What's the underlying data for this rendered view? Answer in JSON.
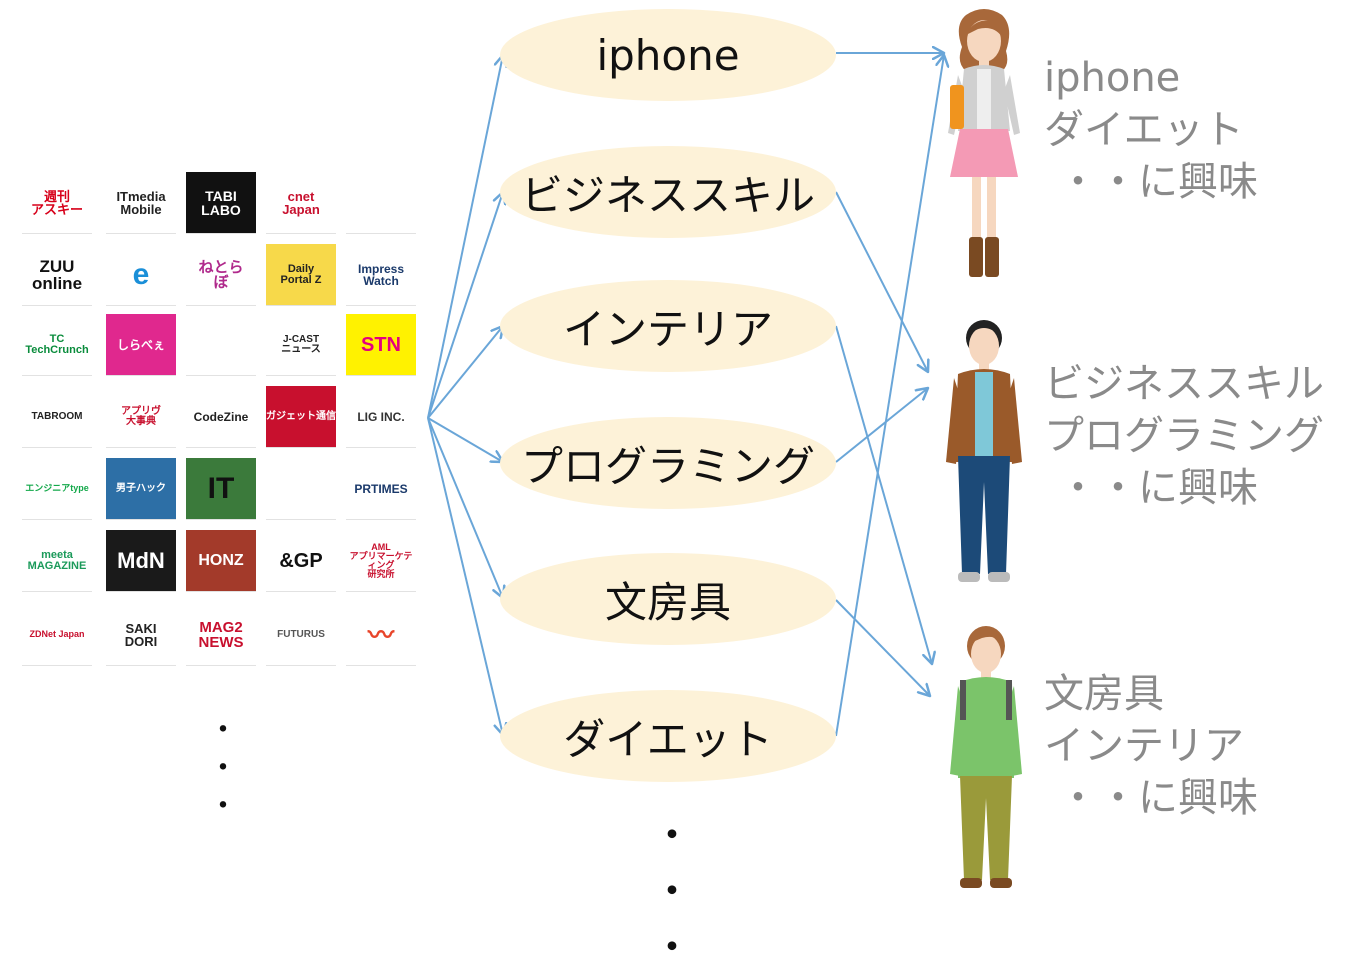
{
  "sources": {
    "tiles": [
      {
        "text": "週刊\nアスキー",
        "bg": "#ffffff",
        "fg": "#d7001a",
        "size": 13
      },
      {
        "text": "ITmedia\nMobile",
        "bg": "#ffffff",
        "fg": "#222222",
        "size": 13
      },
      {
        "text": "TABI\nLABO",
        "bg": "#111111",
        "fg": "#ffffff",
        "size": 14
      },
      {
        "text": "cnet\nJapan",
        "bg": "#ffffff",
        "fg": "#c8102e",
        "size": 13
      },
      {
        "text": "",
        "bg": "#ffffff",
        "fg": "#333333",
        "size": 13
      },
      {
        "text": "ZUU\nonline",
        "bg": "#ffffff",
        "fg": "#111111",
        "size": 17
      },
      {
        "text": "e",
        "bg": "#ffffff",
        "fg": "#1a8fd8",
        "size": 30
      },
      {
        "text": "ねとら\nぼ",
        "bg": "#ffffff",
        "fg": "#b02a8c",
        "size": 15
      },
      {
        "text": "Daily\nPortal Z",
        "bg": "#f7d94a",
        "fg": "#222222",
        "size": 11
      },
      {
        "text": "Impress\nWatch",
        "bg": "#ffffff",
        "fg": "#1b3a6b",
        "size": 12
      },
      {
        "text": "TC\nTechCrunch",
        "bg": "#ffffff",
        "fg": "#0a8c3c",
        "size": 11
      },
      {
        "text": "しらべぇ",
        "bg": "#e0288e",
        "fg": "#ffffff",
        "size": 12
      },
      {
        "text": "",
        "bg": "#ffffff",
        "fg": "#8a9a8a",
        "size": 13
      },
      {
        "text": "J-CAST\nニュース",
        "bg": "#ffffff",
        "fg": "#222222",
        "size": 10
      },
      {
        "text": "STN",
        "bg": "#fff200",
        "fg": "#e4007f",
        "size": 20
      },
      {
        "text": "TABROOM",
        "bg": "#ffffff",
        "fg": "#222222",
        "size": 10
      },
      {
        "text": "アプリヴ\n大事典",
        "bg": "#ffffff",
        "fg": "#c8102e",
        "size": 10
      },
      {
        "text": "CodeZine",
        "bg": "#ffffff",
        "fg": "#222222",
        "size": 12
      },
      {
        "text": "ガジェット通信",
        "bg": "#c8102e",
        "fg": "#ffffff",
        "size": 10
      },
      {
        "text": "LIG INC.",
        "bg": "#ffffff",
        "fg": "#333333",
        "size": 12
      },
      {
        "text": "エンジニアtype",
        "bg": "#ffffff",
        "fg": "#13a84a",
        "size": 9
      },
      {
        "text": "男子ハック",
        "bg": "#2d6fa6",
        "fg": "#ffffff",
        "size": 10
      },
      {
        "text": "IT",
        "bg": "#3b7a3b",
        "fg": "#111111",
        "size": 30
      },
      {
        "text": "",
        "bg": "#ffffff",
        "fg": "#3a86d8",
        "size": 13
      },
      {
        "text": "PRTIMES",
        "bg": "#ffffff",
        "fg": "#1b3a6b",
        "size": 12
      },
      {
        "text": "meeta\nMAGAZINE",
        "bg": "#ffffff",
        "fg": "#1b9a5a",
        "size": 11
      },
      {
        "text": "MdN",
        "bg": "#1a1a1a",
        "fg": "#ffffff",
        "size": 22
      },
      {
        "text": "HONZ",
        "bg": "#a33a2a",
        "fg": "#ffffff",
        "size": 16
      },
      {
        "text": "&GP",
        "bg": "#ffffff",
        "fg": "#111111",
        "size": 20
      },
      {
        "text": "AML\nアプリマーケティング\n研究所",
        "bg": "#ffffff",
        "fg": "#c8102e",
        "size": 9
      },
      {
        "text": "ZDNet Japan",
        "bg": "#ffffff",
        "fg": "#c8102e",
        "size": 9
      },
      {
        "text": "SAKI\nDORI",
        "bg": "#ffffff",
        "fg": "#222222",
        "size": 13
      },
      {
        "text": "MAG2\nNEWS",
        "bg": "#ffffff",
        "fg": "#c8102e",
        "size": 15
      },
      {
        "text": "FUTURUS",
        "bg": "#ffffff",
        "fg": "#555555",
        "size": 10
      },
      {
        "text": "〰",
        "bg": "#ffffff",
        "fg": "#e8452a",
        "size": 26
      }
    ],
    "more_marker": "・\n・\n・"
  },
  "topics": [
    "iphone",
    "ビジネススキル",
    "インテリア",
    "プログラミング",
    "文房具",
    "ダイエット"
  ],
  "topics_more_marker": "・\n・\n・",
  "users": [
    {
      "interests": [
        "iphone",
        "ダイエット",
        "・・に興味"
      ]
    },
    {
      "interests": [
        "ビジネススキル",
        "プログラミング",
        "・・に興味"
      ]
    },
    {
      "interests": [
        "文房具",
        "インテリア",
        "・・に興味"
      ]
    }
  ],
  "colors": {
    "arrow": "#6aa6d8",
    "topic_bg": "#fdf2d8",
    "interest_text": "#8a8a8a"
  }
}
